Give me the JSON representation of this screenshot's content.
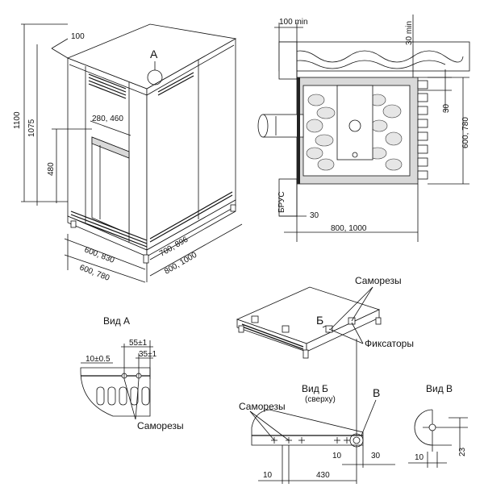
{
  "view_main": {
    "callout_a": "A",
    "dims": {
      "d100": "100",
      "d1100": "1100",
      "d1075": "1075",
      "d480": "480",
      "d280_460": "280, 460",
      "d600_830": "600, 830",
      "d600_780": "600, 780",
      "d700_896": "700, 896",
      "d800_1000": "800, 1000"
    }
  },
  "view_plan": {
    "dims": {
      "d100min": "100 min",
      "d30min": "30 min",
      "d30_right": "30",
      "d600_780": "600, 780",
      "d30_bottom": "30",
      "d800_1000": "800, 1000"
    },
    "brus_label": "БРУС"
  },
  "view_a": {
    "title": "Вид А",
    "dims": {
      "d55": "55±1",
      "d35": "35±1",
      "d10": "10±0.5"
    },
    "screws_label": "Саморезы"
  },
  "view_iso": {
    "screws_label": "Саморезы",
    "fixators_label": "Фиксаторы",
    "callout_b": "Б",
    "callout_v": "В"
  },
  "view_b": {
    "title": "Вид Б",
    "subtitle": "(сверху)",
    "screws_label": "Саморезы",
    "dims": {
      "d10_left": "10",
      "d430": "430",
      "d10_right": "10",
      "d30": "30"
    }
  },
  "view_v": {
    "title": "Вид В",
    "dims": {
      "d10": "10",
      "d23": "23"
    }
  }
}
